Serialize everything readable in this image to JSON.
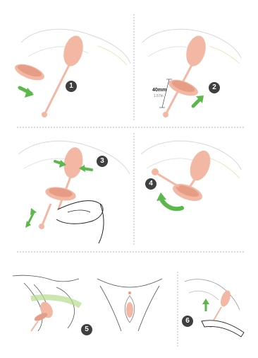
{
  "steps": [
    {
      "number": "1"
    },
    {
      "number": "2",
      "measure_mm": "40mm",
      "measure_in": "1.57in"
    },
    {
      "number": "3"
    },
    {
      "number": "4"
    },
    {
      "number": "5"
    },
    {
      "number": "6"
    }
  ],
  "colors": {
    "device": "#f2b8a4",
    "device_dark": "#e59d86",
    "arrow": "#5bb84a",
    "badge": "#3f3f3f",
    "line": "#cfcfcf",
    "divider": "#9c9c9c"
  }
}
